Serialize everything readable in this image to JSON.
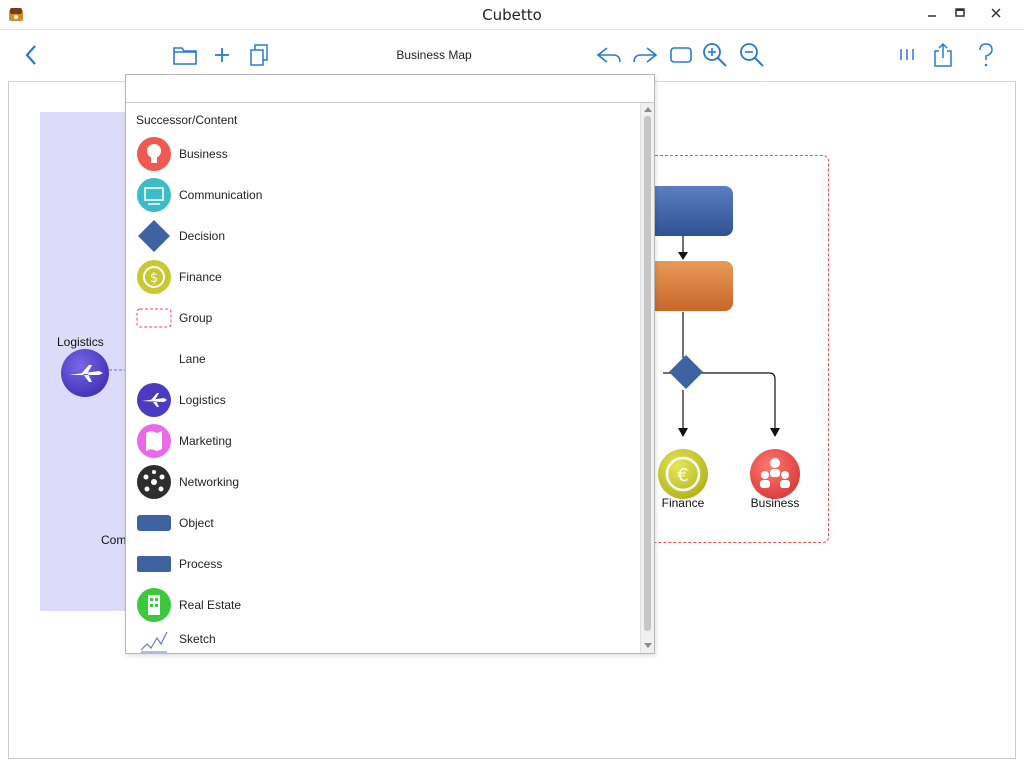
{
  "window": {
    "title": "Cubetto",
    "controls": [
      "minimize-icon",
      "maximize-icon",
      "close-icon"
    ]
  },
  "toolbar": {
    "document_title": "Business Map",
    "left_icons": [
      "back-icon",
      "open-folder-icon",
      "add-icon",
      "copy-document-icon"
    ],
    "right_icons": [
      "undo-icon",
      "redo-icon",
      "fit-frame-icon",
      "zoom-in-icon",
      "zoom-out-icon",
      "columns-icon",
      "share-icon",
      "help-icon"
    ]
  },
  "canvas": {
    "lane_labels": [
      "Logistics",
      "Com"
    ],
    "nodes": [
      {
        "label": "Finance",
        "icon": "euro-icon",
        "color": "#c8c832"
      },
      {
        "label": "Business",
        "icon": "people-icon",
        "color": "#e84a4a"
      }
    ],
    "colors": {
      "lane": "#dcdcfa",
      "group_border": "#e0505a",
      "process": "#3f62a0",
      "object": "#d77a35",
      "decision": "#3f62a0"
    }
  },
  "dropdown": {
    "input_value": "",
    "header": "Successor/Content",
    "items": [
      {
        "label": "Business",
        "icon": "lightbulb-icon"
      },
      {
        "label": "Communication",
        "icon": "presentation-icon"
      },
      {
        "label": "Decision",
        "icon": "diamond-icon"
      },
      {
        "label": "Finance",
        "icon": "dollar-coin-icon"
      },
      {
        "label": "Group",
        "icon": "dashed-rect-icon"
      },
      {
        "label": "Lane",
        "icon": "lane-icon"
      },
      {
        "label": "Logistics",
        "icon": "airplane-icon"
      },
      {
        "label": "Marketing",
        "icon": "map-icon"
      },
      {
        "label": "Networking",
        "icon": "network-icon"
      },
      {
        "label": "Object",
        "icon": "object-rect-icon"
      },
      {
        "label": "Process",
        "icon": "process-rect-icon"
      },
      {
        "label": "Real Estate",
        "icon": "building-icon"
      },
      {
        "label": "Sketch",
        "icon": "sketch-icon"
      }
    ]
  }
}
